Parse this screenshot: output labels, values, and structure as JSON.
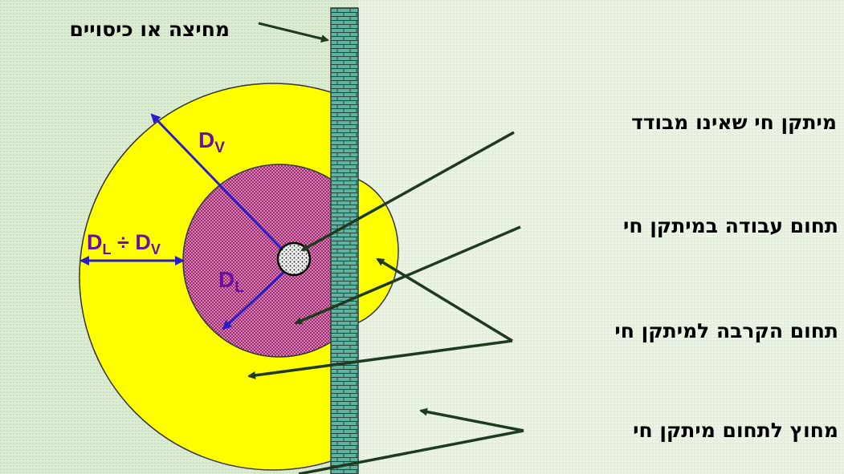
{
  "labels": {
    "partition": "מחיצה או כיסויים",
    "live_installation": "מיתקן חי שאינו מבודד",
    "work_zone": "תחום עבודה במיתקן חי",
    "approach_zone": "תחום הקרבה למיתקן חי",
    "outside_zone": "מחוץ לתחום מיתקן חי"
  },
  "dimensions": {
    "dv": {
      "main": "D",
      "sub": "V"
    },
    "dl": {
      "main": "D",
      "sub": "L"
    },
    "dl_dv": {
      "main1": "D",
      "sub1": "L",
      "op": " ÷ ",
      "main2": "D",
      "sub2": "V"
    }
  },
  "colors": {
    "background": "#ddeed3",
    "background_right": "#e9f2e2",
    "outer_zone": "#ffff00",
    "inner_zone": "#c8609a",
    "wall": "#5fb3a1",
    "dimension_lines": "#2a1cc8",
    "dimension_text": "#6a0fa0",
    "arrows": "#1f3a1f"
  }
}
